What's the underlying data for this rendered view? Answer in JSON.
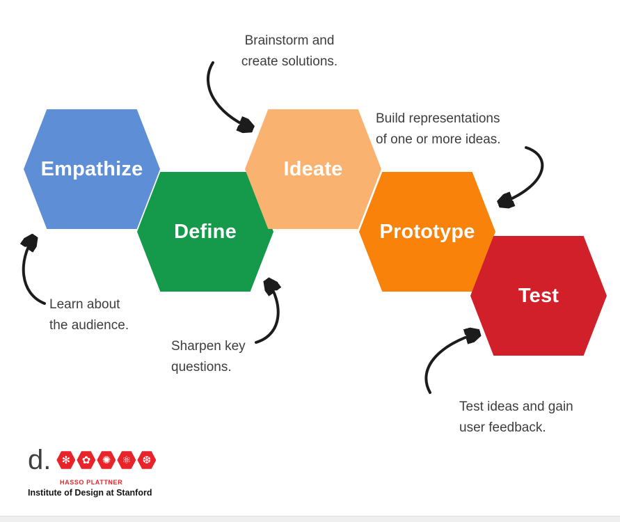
{
  "hexagons": [
    {
      "label": "Empathize",
      "color": "#5d8ed6"
    },
    {
      "label": "Define",
      "color": "#149a4a"
    },
    {
      "label": "Ideate",
      "color": "#f9b26f"
    },
    {
      "label": "Prototype",
      "color": "#f8820a"
    },
    {
      "label": "Test",
      "color": "#d1202a"
    }
  ],
  "annotations": {
    "brainstorm": {
      "lines": [
        "Brainstorm and",
        "create solutions."
      ]
    },
    "build": {
      "lines": [
        "Build representations",
        "of one or more ideas."
      ]
    },
    "learn": {
      "lines": [
        "Learn about",
        "the audience."
      ]
    },
    "sharpen": {
      "lines": [
        "Sharpen key",
        "questions."
      ]
    },
    "test": {
      "lines": [
        "Test ideas and gain",
        "user feedback."
      ]
    }
  },
  "logo": {
    "d_mark": "d.",
    "hasso": "HASSO PLATTNER",
    "institute": "Institute of Design at Stanford",
    "badge_icons": [
      "✻",
      "✿",
      "✺",
      "⚛",
      "❆"
    ],
    "brand_red": "#e8232a"
  },
  "colors": {
    "arrow": "#1c1c1c",
    "note_text": "#3d3d3d"
  }
}
